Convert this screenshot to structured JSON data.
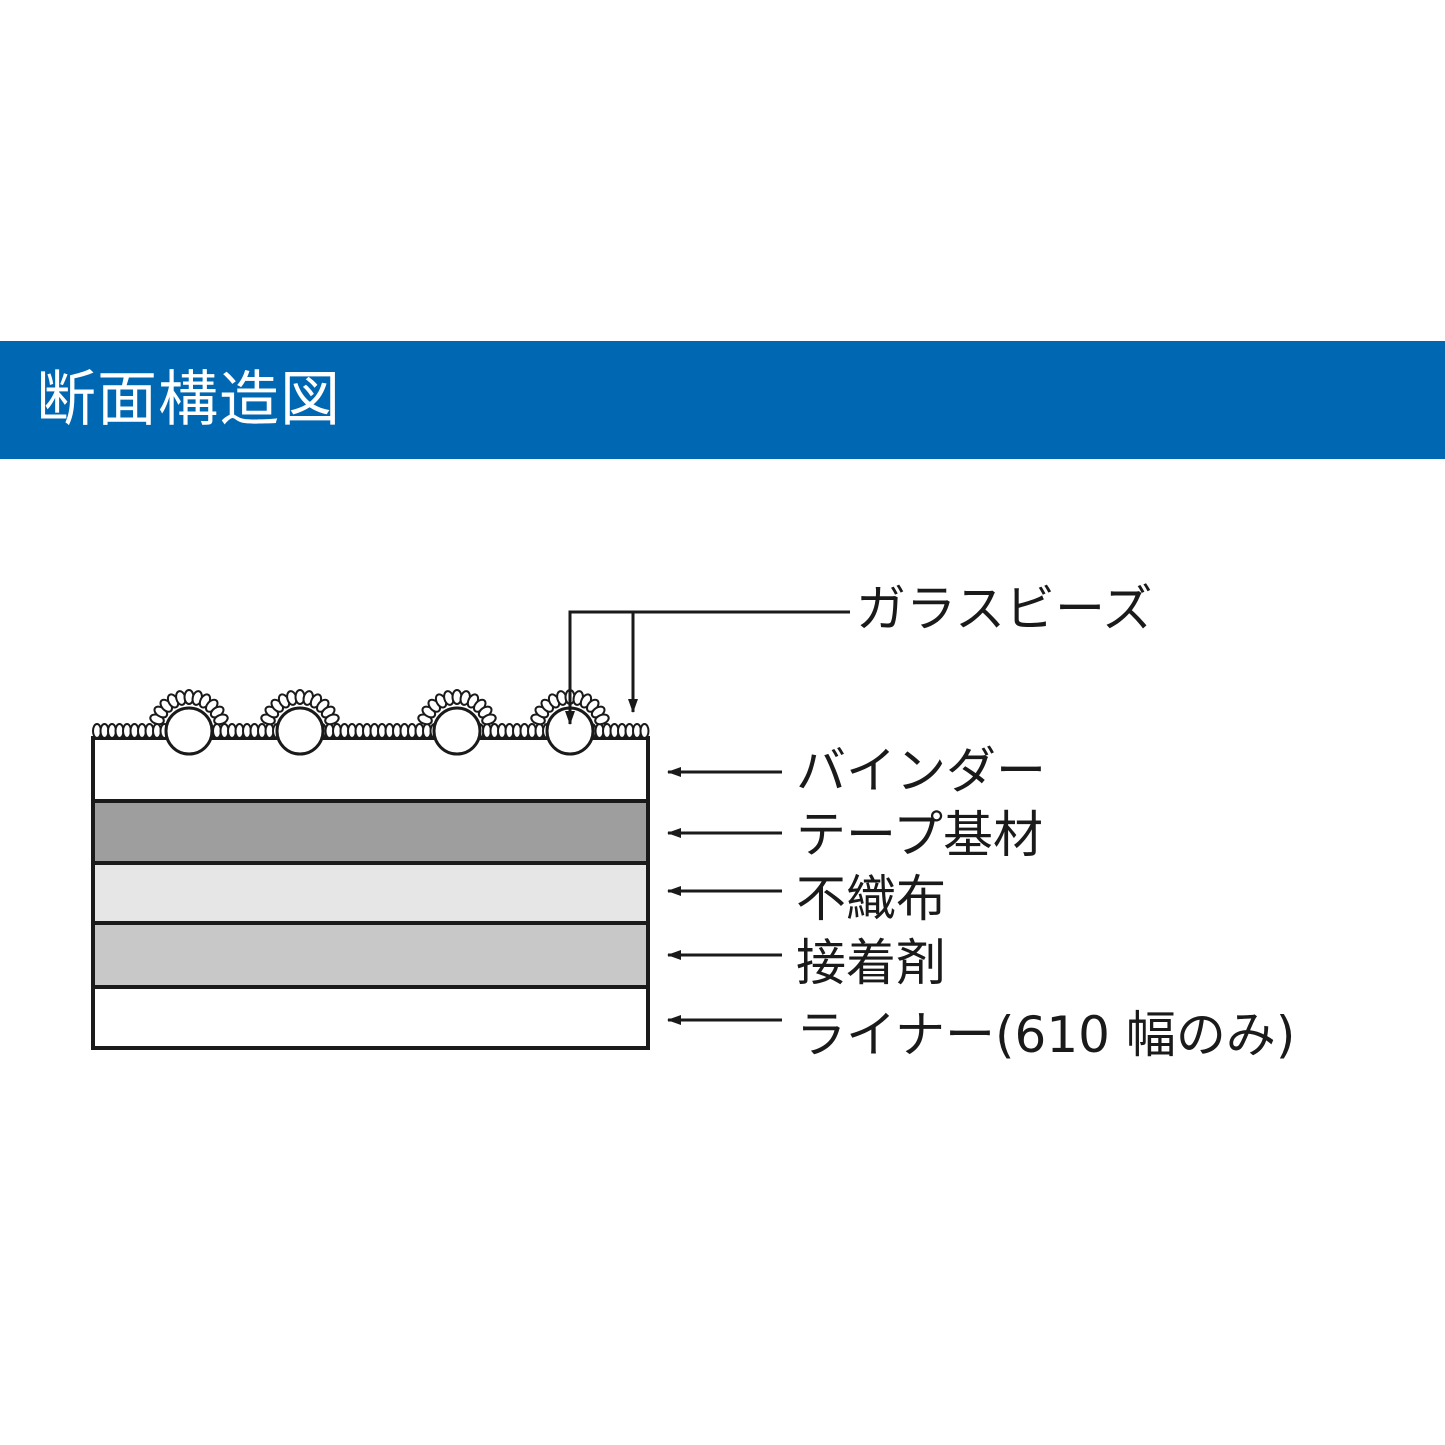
{
  "header": {
    "title": "断面構造図",
    "background": "#0067b3"
  },
  "diagram": {
    "beads_label": "ガラスビーズ",
    "layers": [
      {
        "name": "バインダー",
        "color": "#ffffff"
      },
      {
        "name": "テープ基材",
        "color": "#9e9e9e"
      },
      {
        "name": "不織布",
        "color": "#e6e6e6"
      },
      {
        "name": "接着剤",
        "color": "#c8c8c8"
      },
      {
        "name": "ライナー(610 幅のみ)",
        "color": "#ffffff"
      }
    ]
  }
}
